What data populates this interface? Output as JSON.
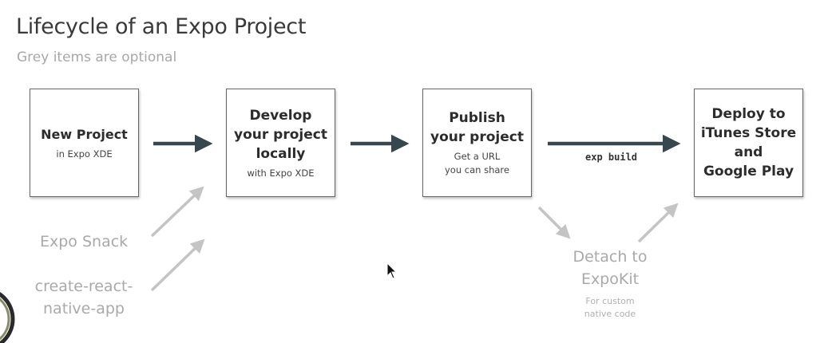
{
  "title": "Lifecycle of an Expo Project",
  "subtitle": "Grey items are optional",
  "steps": [
    {
      "label": "New Project",
      "note": "in Expo XDE"
    },
    {
      "label": "Develop\nyour project\nlocally",
      "note": "with Expo XDE"
    },
    {
      "label": "Publish\nyour project",
      "note": "Get a URL\nyou can share"
    },
    {
      "label": "Deploy to\niTunes Store\nand\nGoogle Play",
      "note": ""
    }
  ],
  "build_label": "exp build",
  "optional": {
    "expo_snack": "Expo Snack",
    "create_react_native_app": "create-react-\nnative-app",
    "detach": "Detach to\nExpoKit",
    "detach_note": "For custom\nnative code"
  },
  "colors": {
    "main_arrow": "#37474f",
    "optional_arrow": "#c4c4c4",
    "optional_text": "#a9a9a9"
  }
}
